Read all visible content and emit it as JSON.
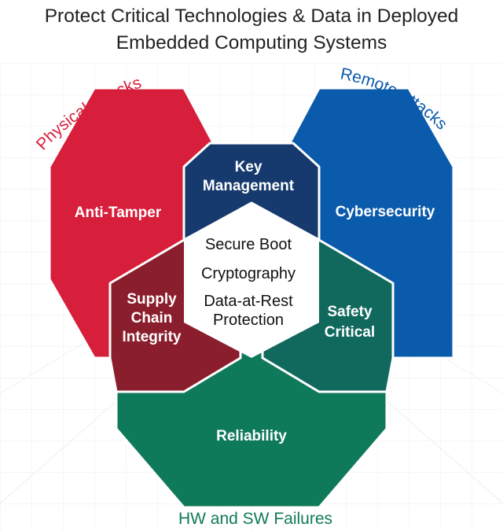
{
  "title": {
    "line1": "Protect Critical Technologies & Data in Deployed",
    "line2": "Embedded Computing Systems"
  },
  "outer_labels": {
    "physical": "Physical Attacks",
    "remote": "Remote Attacks",
    "failures": "HW and SW Failures"
  },
  "regions": {
    "anti_tamper": "Anti-Tamper",
    "cybersecurity": "Cybersecurity",
    "reliability": "Reliability",
    "key_management": [
      "Key",
      "Management"
    ],
    "supply_chain": [
      "Supply",
      "Chain",
      "Integrity"
    ],
    "safety_critical": [
      "Safety",
      "Critical"
    ]
  },
  "center_items": [
    "Secure Boot",
    "Cryptography",
    "Data-at-Rest",
    "Protection"
  ],
  "colors": {
    "anti_tamper": "#d71e3a",
    "cybersecurity": "#0a5bab",
    "reliability": "#0f7a5a",
    "key_management": "#163a6e",
    "supply_chain": "#8b1e2c",
    "safety_critical": "#11695e",
    "physical_label": "#d71e3a",
    "remote_label": "#0a5bab",
    "failures_label": "#0f7a5a"
  }
}
